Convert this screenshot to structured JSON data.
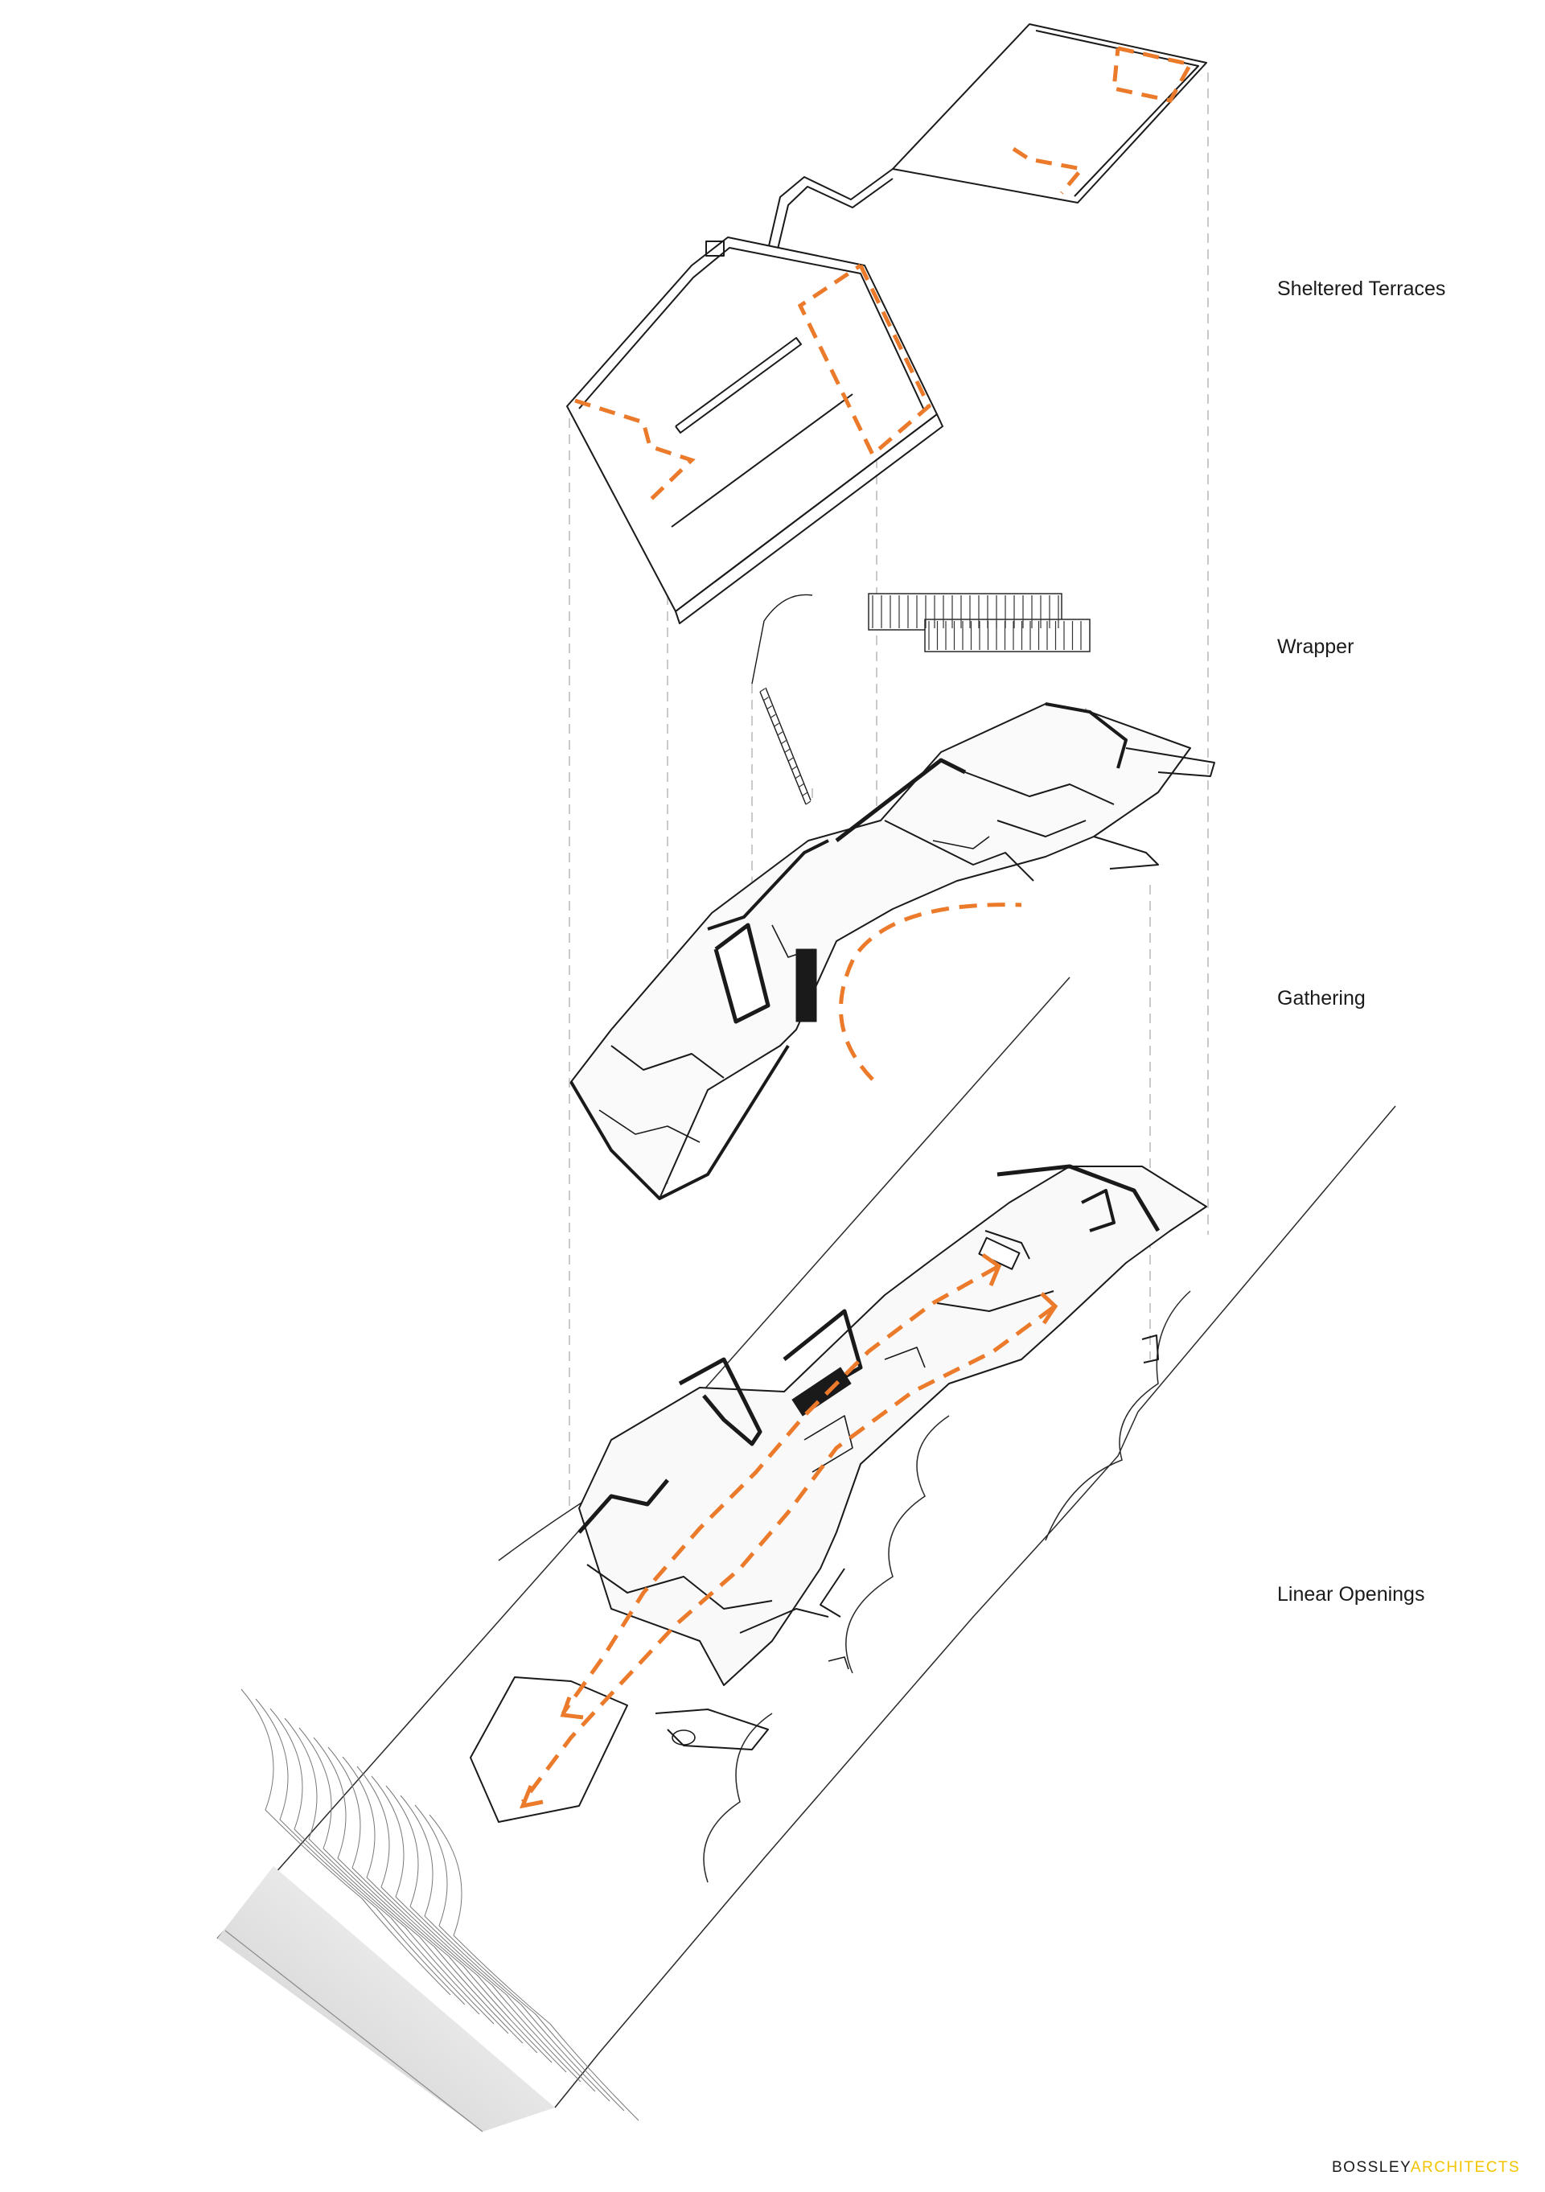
{
  "layers": [
    {
      "id": "sheltered-terraces",
      "label": "Sheltered Terraces"
    },
    {
      "id": "wrapper",
      "label": "Wrapper"
    },
    {
      "id": "gathering",
      "label": "Gathering"
    },
    {
      "id": "linear-openings",
      "label": "Linear Openings"
    }
  ],
  "logo": {
    "word1": "BOSSLEY",
    "word2": "ARCHITECTS"
  },
  "colors": {
    "accent": "#ec7a2b",
    "line": "#1a1a1a",
    "guide": "#bdbdbd",
    "logo_primary": "#1a1a1a",
    "logo_secondary": "#f2c500",
    "sea_gradient": "#cfcfcf"
  }
}
